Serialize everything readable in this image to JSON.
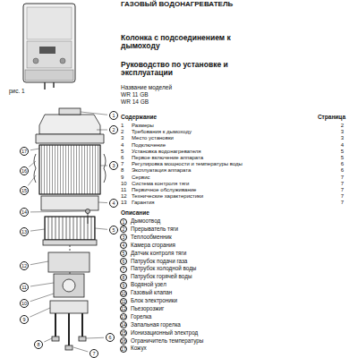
{
  "diagram": {
    "title": "ГАЗОВЫЙ ВОДОНАГРЕВАТЕЛЬ",
    "labels": [
      "рис. 1",
      "Колонка с подсоединением к дымоходу",
      "Руководство по установке и эксплуатации",
      "Название моделей",
      "WR 11 GB",
      "WR 14 GB",
      "Содержание",
      "Страница",
      "1",
      "Размеры",
      "2",
      "2",
      "Требования к дымоходу",
      "3",
      "3",
      "Место установки",
      "3",
      "4",
      "Подключение",
      "4",
      "5",
      "Установка водонагревателя",
      "5",
      "6",
      "Первое включение аппарата",
      "5",
      "7",
      "Регулировка мощности и температуры воды",
      "6",
      "8",
      "Эксплуатация аппарата",
      "6",
      "9",
      "Сервис",
      "7",
      "10",
      "Система контроля тяги",
      "7",
      "11",
      "Первичное обслуживание",
      "7",
      "12",
      "Технические характеристики",
      "7",
      "13",
      "Гарантия",
      "7",
      "Описание",
      "1",
      "Дымоотвод",
      "2",
      "Прерыватель тяги",
      "3",
      "Теплообменник",
      "4",
      "Камера сгорания",
      "5",
      "Датчик контроля тяги",
      "6",
      "Патрубок подачи газа",
      "7",
      "Патрубок холодной воды",
      "8",
      "Патрубок горячей воды",
      "9",
      "Водяной узел",
      "10",
      "Газовый клапан",
      "11",
      "Блок электроники",
      "12",
      "Пьезорозжиг",
      "13",
      "Горелка",
      "14",
      "Запальная горелка",
      "15",
      "Ионизационный электрод",
      "16",
      "Ограничитель температуры",
      "17",
      "Кожух",
      "1",
      "2",
      "3",
      "4",
      "5",
      "6",
      "7",
      "8",
      "9",
      "10",
      "11",
      "12",
      "13",
      "14",
      "15",
      "16",
      "17"
    ]
  }
}
